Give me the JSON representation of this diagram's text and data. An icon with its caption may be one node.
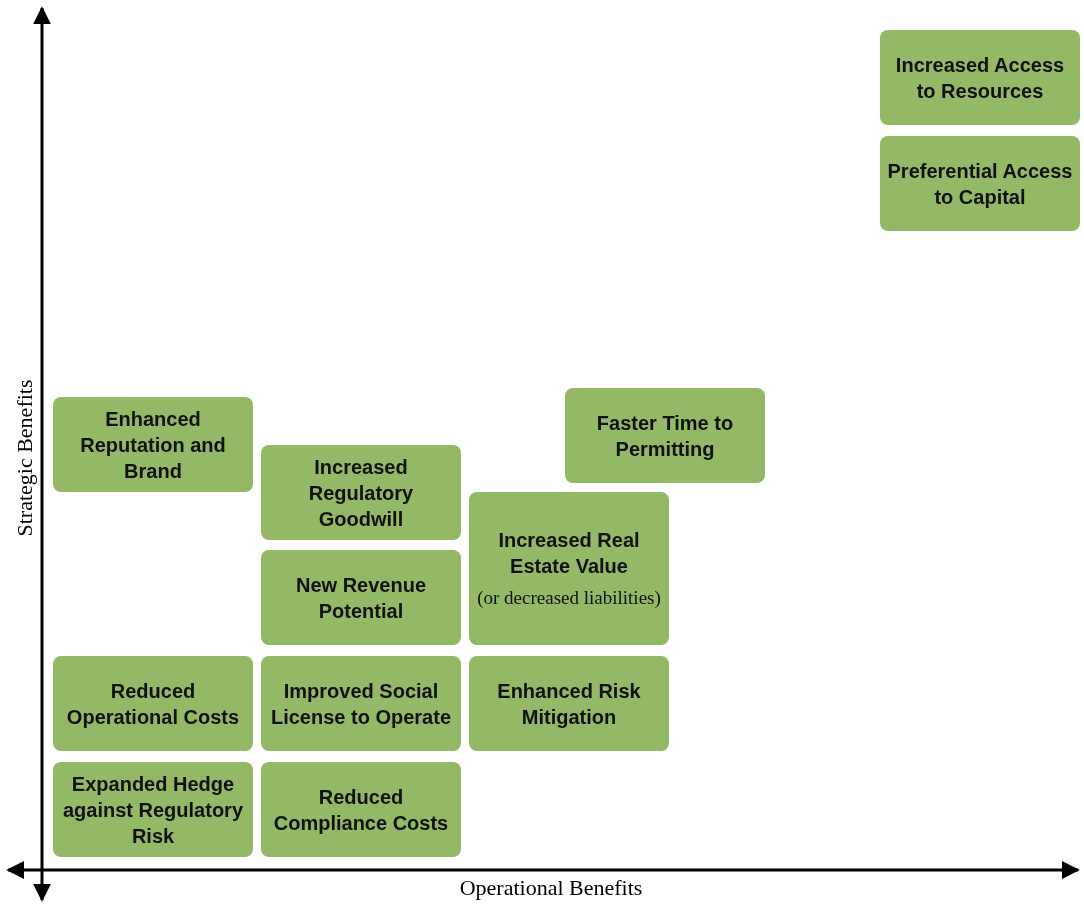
{
  "diagram": {
    "nodes": [
      {
        "text": [
          "Increased Access to Resources"
        ]
      },
      {
        "text": [
          "Preferential Access to Capital"
        ]
      },
      {
        "text": [
          "Faster Time to Permitting"
        ]
      },
      {
        "text": [
          "Enhanced Reputation and Brand"
        ]
      },
      {
        "text": [
          "Increased Regulatory Goodwill"
        ]
      },
      {
        "text": [
          "Increased Real Estate Value",
          "(or decreased liabilities)"
        ]
      },
      {
        "text": [
          "New Revenue Potential"
        ]
      },
      {
        "text": [
          "Reduced Operational Costs"
        ]
      },
      {
        "text": [
          "Improved Social License to Operate"
        ]
      },
      {
        "text": [
          "Enhanced Risk Mitigation"
        ]
      },
      {
        "text": [
          "Expanded Hedge against Regulatory Risk"
        ]
      },
      {
        "text": [
          "Reduced Compliance Costs"
        ]
      }
    ],
    "edges": [],
    "labels": [
      "Strategic Benefits",
      "Operational Benefits"
    ]
  }
}
